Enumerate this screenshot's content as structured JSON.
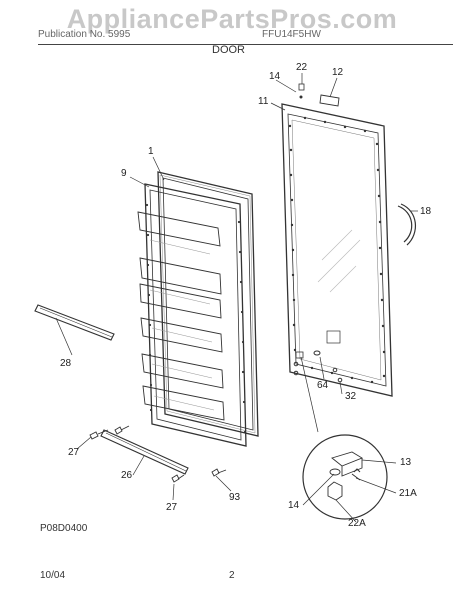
{
  "header": {
    "watermark": "AppliancePartsPros.com",
    "publication": "Publication No. 5995",
    "model": "FFU14F5HW",
    "section_title": "DOOR"
  },
  "diagram_code": "P08D0400",
  "footer": {
    "date": "10/04",
    "page": "2"
  },
  "callouts": {
    "c1": "1",
    "c9": "9",
    "c11": "11",
    "c12": "12",
    "c14a": "14",
    "c22a": "22",
    "c18": "18",
    "c28": "28",
    "c64": "64",
    "c32": "32",
    "c27a": "27",
    "c26": "26",
    "c27b": "27",
    "c93": "93",
    "c13": "13",
    "c21a": "21A",
    "c14b": "14",
    "c22b": "22A"
  }
}
